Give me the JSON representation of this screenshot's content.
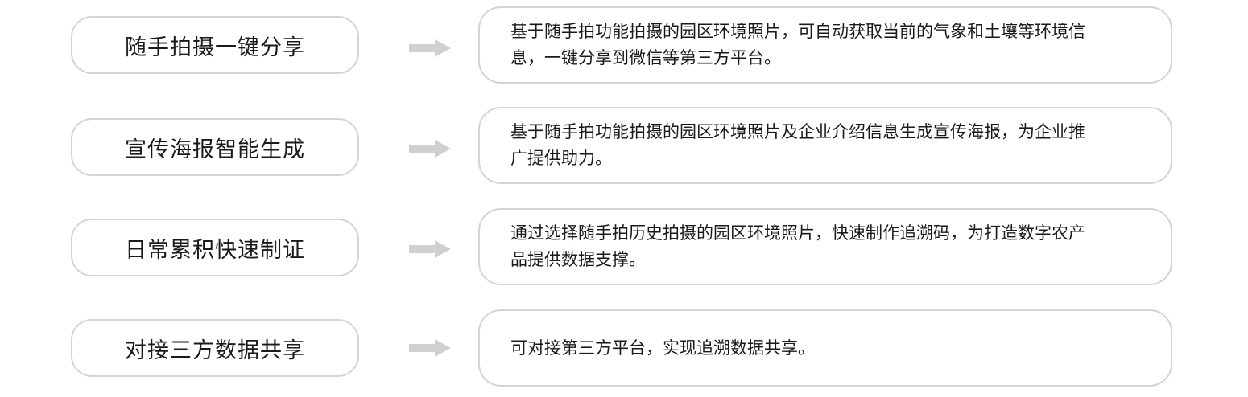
{
  "rows": [
    {
      "title": "随手拍摄一键分享",
      "description": "基于随手拍功能拍摄的园区环境照片，可自动获取当前的气象和土壤等环境信息，一键分享到微信等第三方平台。"
    },
    {
      "title": "宣传海报智能生成",
      "description": "基于随手拍功能拍摄的园区环境照片及企业介绍信息生成宣传海报，为企业推广提供助力。"
    },
    {
      "title": "日常累积快速制证",
      "description": "通过选择随手拍历史拍摄的园区环境照片，快速制作追溯码，为打造数字农产品提供数据支撑。"
    },
    {
      "title": "对接三方数据共享",
      "description": "可对接第三方平台，实现追溯数据共享。"
    }
  ],
  "colors": {
    "border": "#d4d4d4",
    "arrow": "#d0d0d0",
    "text": "#1a1a1a"
  },
  "icons": {
    "arrow": "arrow-right-icon"
  }
}
